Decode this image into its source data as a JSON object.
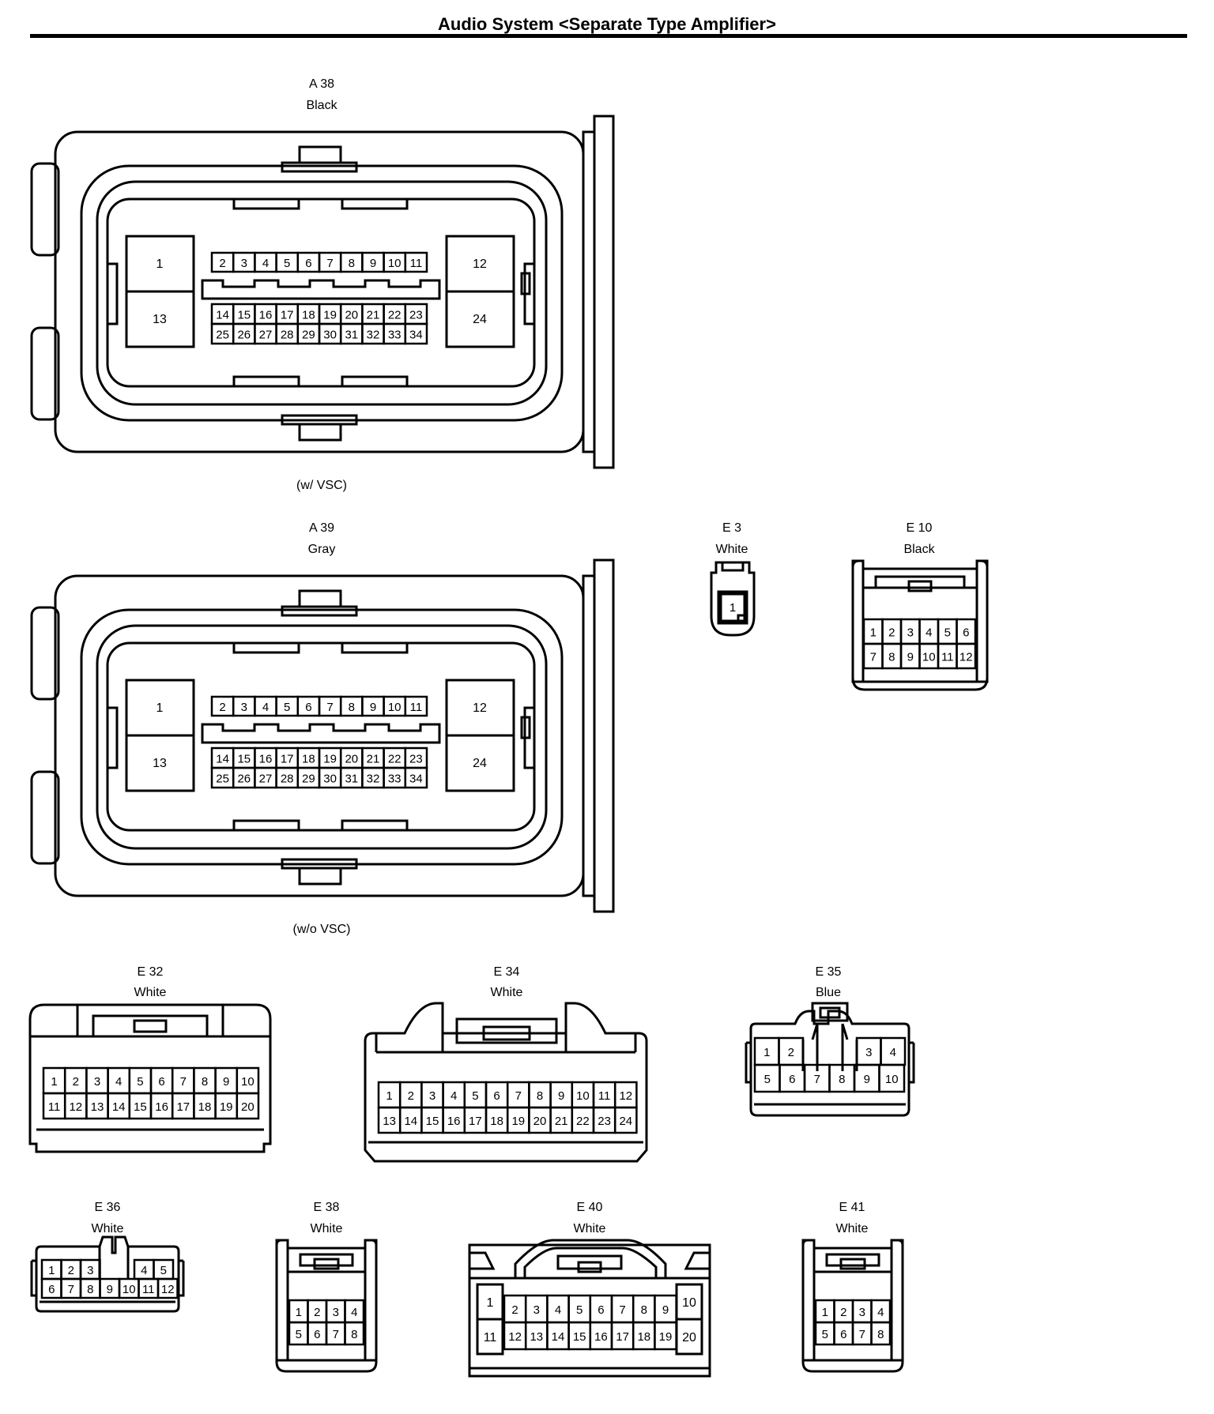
{
  "header": {
    "title": "Audio System <Separate Type Amplifier>"
  },
  "connectors": [
    {
      "code": "A 38",
      "color": "Black",
      "note": "(w/ VSC)"
    },
    {
      "code": "A 39",
      "color": "Gray",
      "note": "(w/o VSC)"
    },
    {
      "code": "E 3",
      "color": "White"
    },
    {
      "code": "E 10",
      "color": "Black"
    },
    {
      "code": "E 32",
      "color": "White"
    },
    {
      "code": "E 34",
      "color": "White"
    },
    {
      "code": "E 35",
      "color": "Blue"
    },
    {
      "code": "E 36",
      "color": "White"
    },
    {
      "code": "E 38",
      "color": "White"
    },
    {
      "code": "E 40",
      "color": "White"
    },
    {
      "code": "E 41",
      "color": "White"
    }
  ],
  "pins": {
    "a38": {
      "large_left": [
        "1",
        "13"
      ],
      "large_right": [
        "12",
        "24"
      ],
      "top_row": [
        "2",
        "3",
        "4",
        "5",
        "6",
        "7",
        "8",
        "9",
        "10",
        "11"
      ],
      "mid_row": [
        "14",
        "15",
        "16",
        "17",
        "18",
        "19",
        "20",
        "21",
        "22",
        "23"
      ],
      "bot_row": [
        "25",
        "26",
        "27",
        "28",
        "29",
        "30",
        "31",
        "32",
        "33",
        "34"
      ]
    },
    "a39": {
      "large_left": [
        "1",
        "13"
      ],
      "large_right": [
        "12",
        "24"
      ],
      "top_row": [
        "2",
        "3",
        "4",
        "5",
        "6",
        "7",
        "8",
        "9",
        "10",
        "11"
      ],
      "mid_row": [
        "14",
        "15",
        "16",
        "17",
        "18",
        "19",
        "20",
        "21",
        "22",
        "23"
      ],
      "bot_row": [
        "25",
        "26",
        "27",
        "28",
        "29",
        "30",
        "31",
        "32",
        "33",
        "34"
      ]
    },
    "e3": {
      "row1": [
        "1"
      ]
    },
    "e10": {
      "row1": [
        "1",
        "2",
        "3",
        "4",
        "5",
        "6"
      ],
      "row2": [
        "7",
        "8",
        "9",
        "10",
        "11",
        "12"
      ]
    },
    "e32": {
      "row1": [
        "1",
        "2",
        "3",
        "4",
        "5",
        "6",
        "7",
        "8",
        "9",
        "10"
      ],
      "row2": [
        "11",
        "12",
        "13",
        "14",
        "15",
        "16",
        "17",
        "18",
        "19",
        "20"
      ]
    },
    "e34": {
      "row1": [
        "1",
        "2",
        "3",
        "4",
        "5",
        "6",
        "7",
        "8",
        "9",
        "10",
        "11",
        "12"
      ],
      "row2": [
        "13",
        "14",
        "15",
        "16",
        "17",
        "18",
        "19",
        "20",
        "21",
        "22",
        "23",
        "24"
      ]
    },
    "e35": {
      "row1_left": [
        "1",
        "2"
      ],
      "row1_right": [
        "3",
        "4"
      ],
      "row2": [
        "5",
        "6",
        "7",
        "8",
        "9",
        "10"
      ]
    },
    "e36": {
      "row1_left": [
        "1",
        "2",
        "3"
      ],
      "row1_right": [
        "4",
        "5"
      ],
      "row2": [
        "6",
        "7",
        "8",
        "9",
        "10",
        "11",
        "12"
      ]
    },
    "e38": {
      "row1": [
        "1",
        "2",
        "3",
        "4"
      ],
      "row2": [
        "5",
        "6",
        "7",
        "8"
      ]
    },
    "e40": {
      "large_left": [
        "1",
        "11"
      ],
      "large_right": [
        "10",
        "20"
      ],
      "row1": [
        "2",
        "3",
        "4",
        "5",
        "6",
        "7",
        "8",
        "9"
      ],
      "row2": [
        "12",
        "13",
        "14",
        "15",
        "16",
        "17",
        "18",
        "19"
      ]
    },
    "e41": {
      "row1": [
        "1",
        "2",
        "3",
        "4"
      ],
      "row2": [
        "5",
        "6",
        "7",
        "8"
      ]
    }
  }
}
